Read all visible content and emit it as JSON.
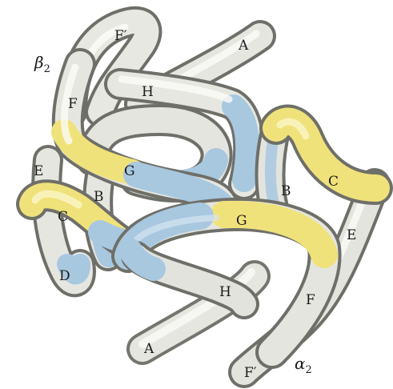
{
  "chain_labels": {
    "beta": {
      "symbol": "β",
      "sub": "2"
    },
    "alpha": {
      "symbol": "α",
      "sub": "2"
    }
  },
  "helix_labels": {
    "beta_Fp": "F′",
    "beta_A": "A",
    "beta_F": "F",
    "beta_H": "H",
    "beta_E": "E",
    "beta_G": "G",
    "beta_B": "B",
    "beta_C": "C",
    "beta_D": "D",
    "alpha_B": "B",
    "alpha_C": "C",
    "alpha_G": "G",
    "alpha_E": "E",
    "alpha_F": "F",
    "alpha_H": "H",
    "alpha_A": "A",
    "alpha_Fp": "F′"
  },
  "colors": {
    "tube_light": "#f2f2ef",
    "tube_mid": "#c9c9c3",
    "tube_dark": "#6f6f69",
    "highlight_yellow": "#f0e27a",
    "highlight_blue": "#a8c8e0"
  }
}
